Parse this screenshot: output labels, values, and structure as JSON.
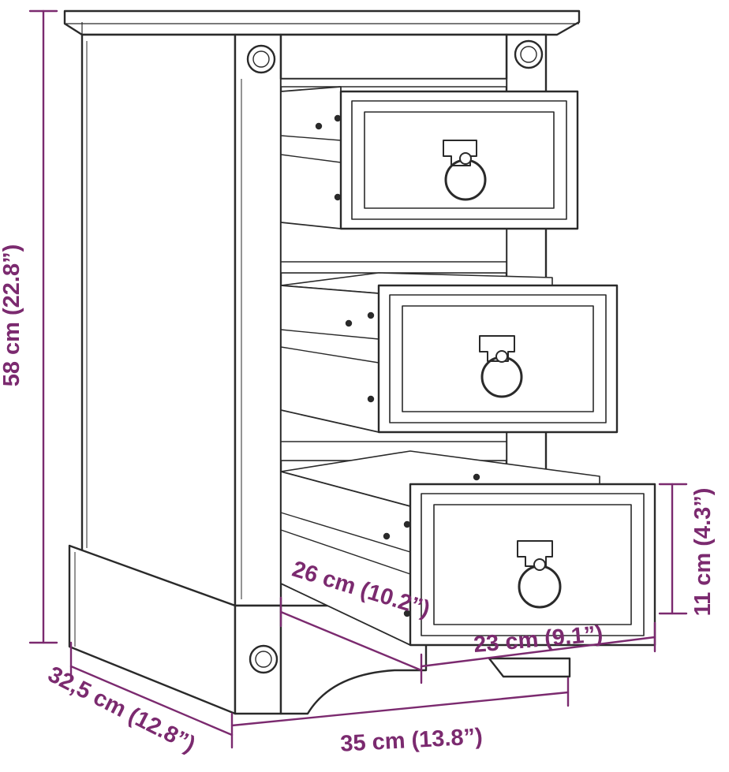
{
  "colors": {
    "dimension": "#7b2a6f",
    "line": "#2a2a2a",
    "background": "#ffffff"
  },
  "dimensions": {
    "height": "58 cm (22.8”)",
    "depth": "32,5 cm (12.8”)",
    "width": "35 cm (13.8”)",
    "drawer_depth": "26 cm (10.2”)",
    "drawer_width": "23 cm (9.1”)",
    "drawer_height": "11 cm (4.3”)"
  },
  "drawers": [
    {
      "name": "top-drawer",
      "handle": "ring-pull-handle-icon"
    },
    {
      "name": "middle-drawer",
      "handle": "ring-pull-handle-icon"
    },
    {
      "name": "bottom-drawer",
      "handle": "ring-pull-handle-icon"
    }
  ]
}
